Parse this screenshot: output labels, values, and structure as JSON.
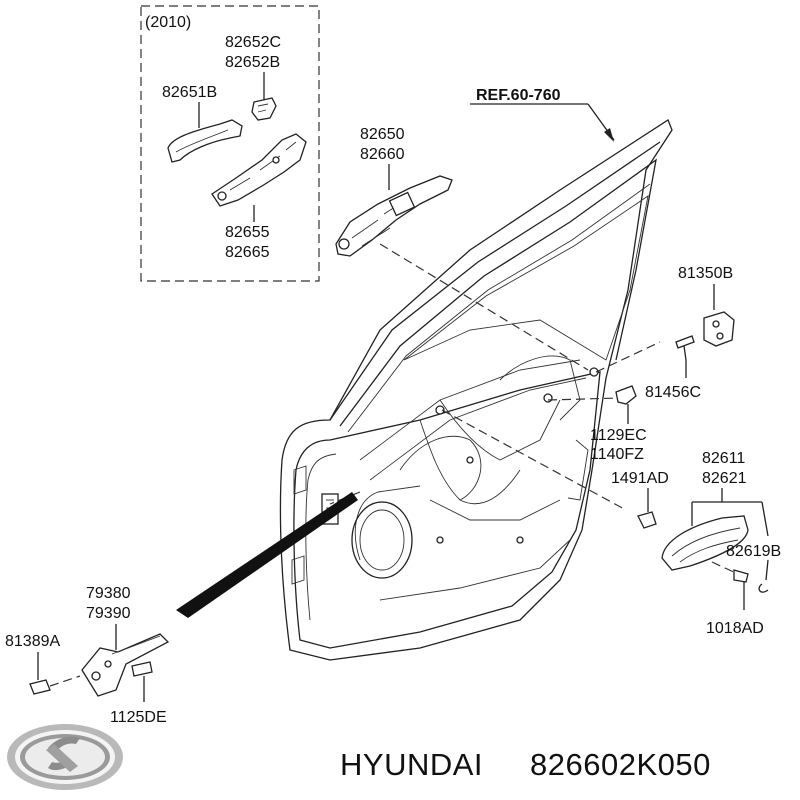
{
  "diagram": {
    "year_note": "(2010)",
    "ref_label": "REF.60-760",
    "part_numbers": {
      "p82652": [
        "82652C",
        "82652B"
      ],
      "p82651": "82651B",
      "p82655": [
        "82655",
        "82665"
      ],
      "p82650": [
        "82650",
        "82660"
      ],
      "p81350": "81350B",
      "p81456": "81456C",
      "p1129": [
        "1129EC",
        "1140FZ"
      ],
      "p1491": "1491AD",
      "p82611": [
        "82611",
        "82621"
      ],
      "p82619": "82619B",
      "p1018": "1018AD",
      "p79380": [
        "79380",
        "79390"
      ],
      "p81389": "81389A",
      "p1125": "1125DE"
    }
  },
  "footer": {
    "brand": "HYUNDAI",
    "part_number": "826602K050",
    "logo_icon": "hyundai-logo-icon"
  }
}
